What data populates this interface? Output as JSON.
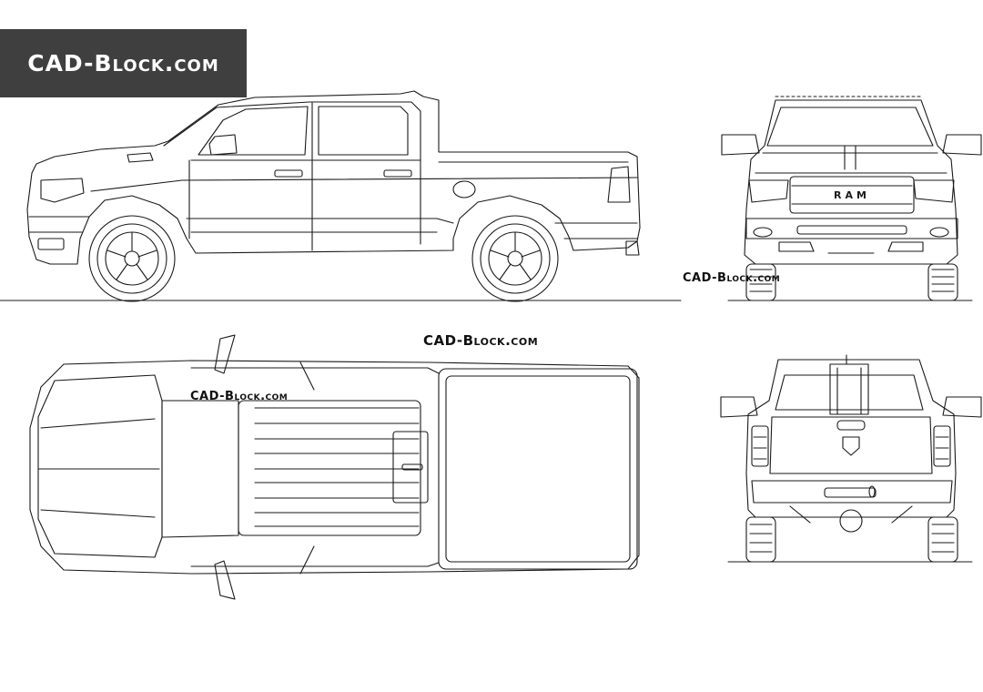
{
  "brand": {
    "logo_text": "CAD-Block.com",
    "watermark_text": "CAD-Block.com",
    "logo_bg": "#3f3f3f",
    "line_color": "#1a1a1a"
  },
  "grille_text": "RAM",
  "views": [
    "side-view",
    "front-view",
    "top-view",
    "rear-view"
  ]
}
